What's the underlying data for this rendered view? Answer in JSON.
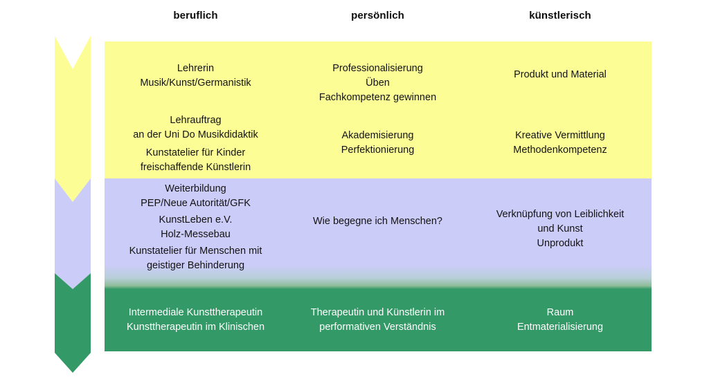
{
  "headers": [
    {
      "label": "beruflich"
    },
    {
      "label": "persönlich"
    },
    {
      "label": "künstlerisch"
    }
  ],
  "colors": {
    "phase_yellow": "#FDFD96",
    "phase_purple": "#CCCCF8",
    "phase_green": "#339966",
    "text_dark": "#131313",
    "text_light": "#FFFFFF",
    "background": "#FFFFFF"
  },
  "arrow": {
    "name": "three-phase-down-arrow",
    "segments": [
      {
        "label": "phase-1-yellow",
        "color": "#FDFD96"
      },
      {
        "label": "phase-2-purple",
        "color": "#CCCCF8"
      },
      {
        "label": "phase-3-green",
        "color": "#339966"
      }
    ]
  },
  "bands": [
    {
      "id": "band-yellow",
      "color": "#FDFD96",
      "cells": {
        "beruflich_1": "Lehrerin\nMusik/Kunst/Germanistik",
        "beruflich_2": "Lehrauftrag\nan der Uni Do Musikdidaktik",
        "beruflich_3": "Kunstatelier für Kinder\nfreischaffende Künstlerin",
        "persoenlich_1": "Professionalisierung\nÜben\nFachkompetenz gewinnen",
        "persoenlich_2": "Akademisierung\nPerfektionierung",
        "kuenstlerisch_1": "Produkt und Material",
        "kuenstlerisch_2": "Kreative Vermittlung\nMethodenkompetenz"
      }
    },
    {
      "id": "band-purple",
      "color": "#CCCCF8",
      "cells": {
        "beruflich_1": "Weiterbildung\nPEP/Neue Autorität/GFK",
        "beruflich_2": "KunstLeben e.V.\nHolz-Messebau",
        "beruflich_3": "Kunstatelier für Menschen mit\ngeistiger Behinderung",
        "persoenlich_1": "Wie begegne ich Menschen?",
        "kuenstlerisch_1": "Verknüpfung von Leiblichkeit\nund Kunst\nUnprodukt"
      }
    },
    {
      "id": "band-green",
      "color": "#339966",
      "cells": {
        "beruflich_1": "Intermediale Kunsttherapeutin\nKunsttherapeutin im Klinischen",
        "persoenlich_1": "Therapeutin und Künstlerin im\nperformativen Verständnis",
        "kuenstlerisch_1": "Raum\nEntmaterialisierung"
      }
    }
  ]
}
